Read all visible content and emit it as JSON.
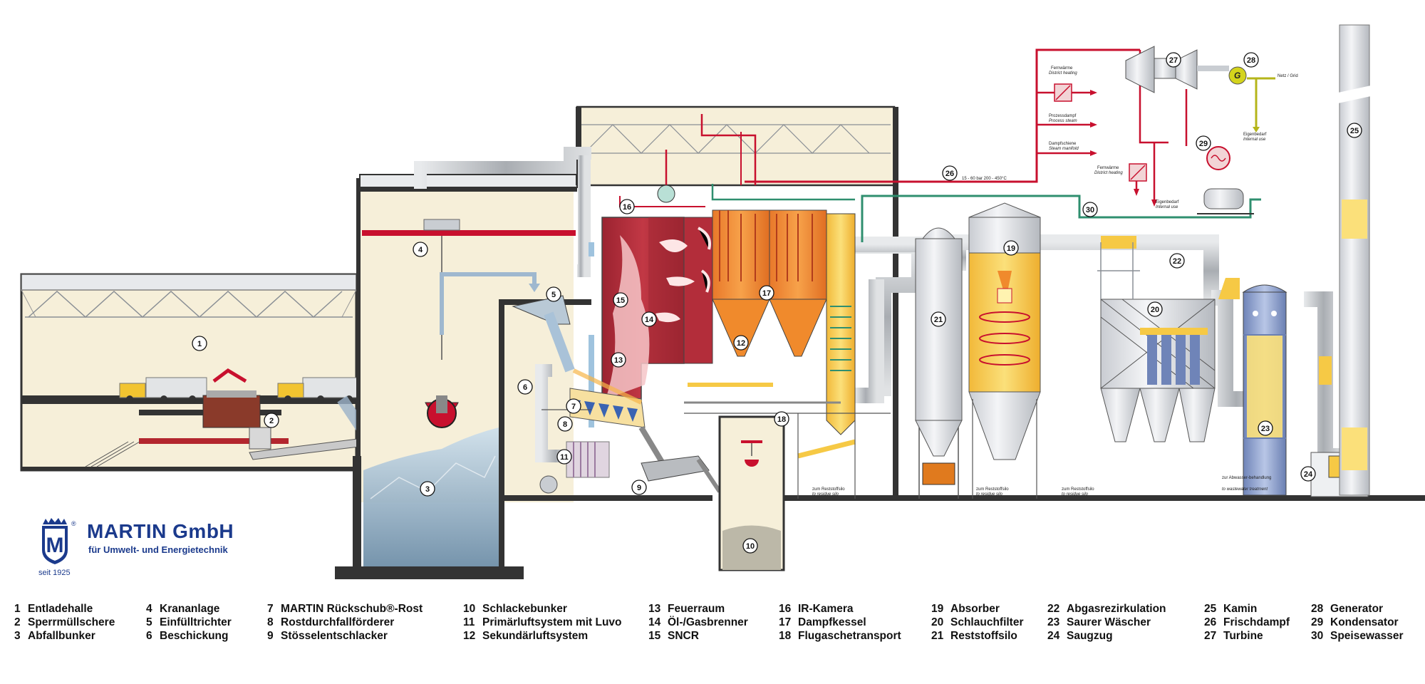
{
  "company": {
    "name": "MARTIN GmbH",
    "subtitle": "für Umwelt- und Energietechnik",
    "since": "seit 1925",
    "emblem_letter": "M",
    "registered_mark": "®",
    "brand_color": "#1b3a8c"
  },
  "diagram_labels": {
    "steam_line": "15 - 60 bar 200 - 450°C",
    "district_heating_de": "Fernwärme",
    "district_heating_en": "District heating",
    "process_steam_de": "Prozessdampf",
    "process_steam_en": "Process steam",
    "steam_manifold_de": "Dampfschiene",
    "steam_manifold_en": "Steam manifold",
    "district_heating2_de": "Fernwärme",
    "district_heating2_en": "District heating",
    "own_use_de": "Eigenbedarf",
    "own_use_en": "Internal use",
    "own_use2_de": "Eigenbedarf",
    "own_use2_en": "Internal use",
    "grid": "Netz / Grid",
    "generator_letter": "G",
    "residue_silo_1_de": "zum Reststoffsilo",
    "residue_silo_1_en": "to residue silo",
    "residue_silo_2_de": "zum Reststoffsilo",
    "residue_silo_2_en": "to residue silo",
    "residue_silo_3_de": "zum Reststoffsilo",
    "residue_silo_3_en": "to residue silo",
    "wastewater_de": "zur Abwasser-behandlung",
    "wastewater_en": "to wastewater treatment"
  },
  "callouts": [
    "1",
    "2",
    "3",
    "4",
    "5",
    "6",
    "7",
    "8",
    "9",
    "10",
    "11",
    "12",
    "13",
    "14",
    "15",
    "16",
    "17",
    "18",
    "19",
    "20",
    "21",
    "22",
    "23",
    "24",
    "25",
    "26",
    "27",
    "28",
    "29",
    "30"
  ],
  "legend": {
    "columns": [
      [
        {
          "num": "1",
          "label": "Entladehalle"
        },
        {
          "num": "2",
          "label": "Sperrmüllschere"
        },
        {
          "num": "3",
          "label": "Abfallbunker"
        }
      ],
      [
        {
          "num": "4",
          "label": "Krananlage"
        },
        {
          "num": "5",
          "label": "Einfülltrichter"
        },
        {
          "num": "6",
          "label": "Beschickung"
        }
      ],
      [
        {
          "num": "7",
          "label": "MARTIN Rückschub®-Rost"
        },
        {
          "num": "8",
          "label": "Rostdurchfallförderer"
        },
        {
          "num": "9",
          "label": "Stösselentschlacker"
        }
      ],
      [
        {
          "num": "10",
          "label": "Schlackebunker"
        },
        {
          "num": "11",
          "label": "Primärluftsystem mit Luvo"
        },
        {
          "num": "12",
          "label": "Sekundärluftsystem"
        }
      ],
      [
        {
          "num": "13",
          "label": "Feuerraum"
        },
        {
          "num": "14",
          "label": "Öl-/Gasbrenner"
        },
        {
          "num": "15",
          "label": "SNCR"
        }
      ],
      [
        {
          "num": "16",
          "label": "IR-Kamera"
        },
        {
          "num": "17",
          "label": "Dampfkessel"
        },
        {
          "num": "18",
          "label": "Flugaschetransport"
        }
      ],
      [
        {
          "num": "19",
          "label": "Absorber"
        },
        {
          "num": "20",
          "label": "Schlauchfilter"
        },
        {
          "num": "21",
          "label": "Reststoffsilo"
        }
      ],
      [
        {
          "num": "22",
          "label": "Abgasrezirkulation"
        },
        {
          "num": "23",
          "label": "Saurer Wäscher"
        },
        {
          "num": "24",
          "label": "Saugzug"
        }
      ],
      [
        {
          "num": "25",
          "label": "Kamin"
        },
        {
          "num": "26",
          "label": "Frischdampf"
        },
        {
          "num": "27",
          "label": "Turbine"
        }
      ],
      [
        {
          "num": "28",
          "label": "Generator"
        },
        {
          "num": "29",
          "label": "Kondensator"
        },
        {
          "num": "30",
          "label": "Speisewasser"
        }
      ]
    ]
  },
  "colors": {
    "steam_red": "#c8102e",
    "feedwater_green": "#2f8f6f",
    "flue_gas_grey": "#b9bcc0",
    "boiler_red": "#b32d3a",
    "boiler_orange": "#f08a2c",
    "building_cream": "#f6efd9",
    "ash_yellow": "#f6c945",
    "power_olive": "#b5b51a"
  }
}
